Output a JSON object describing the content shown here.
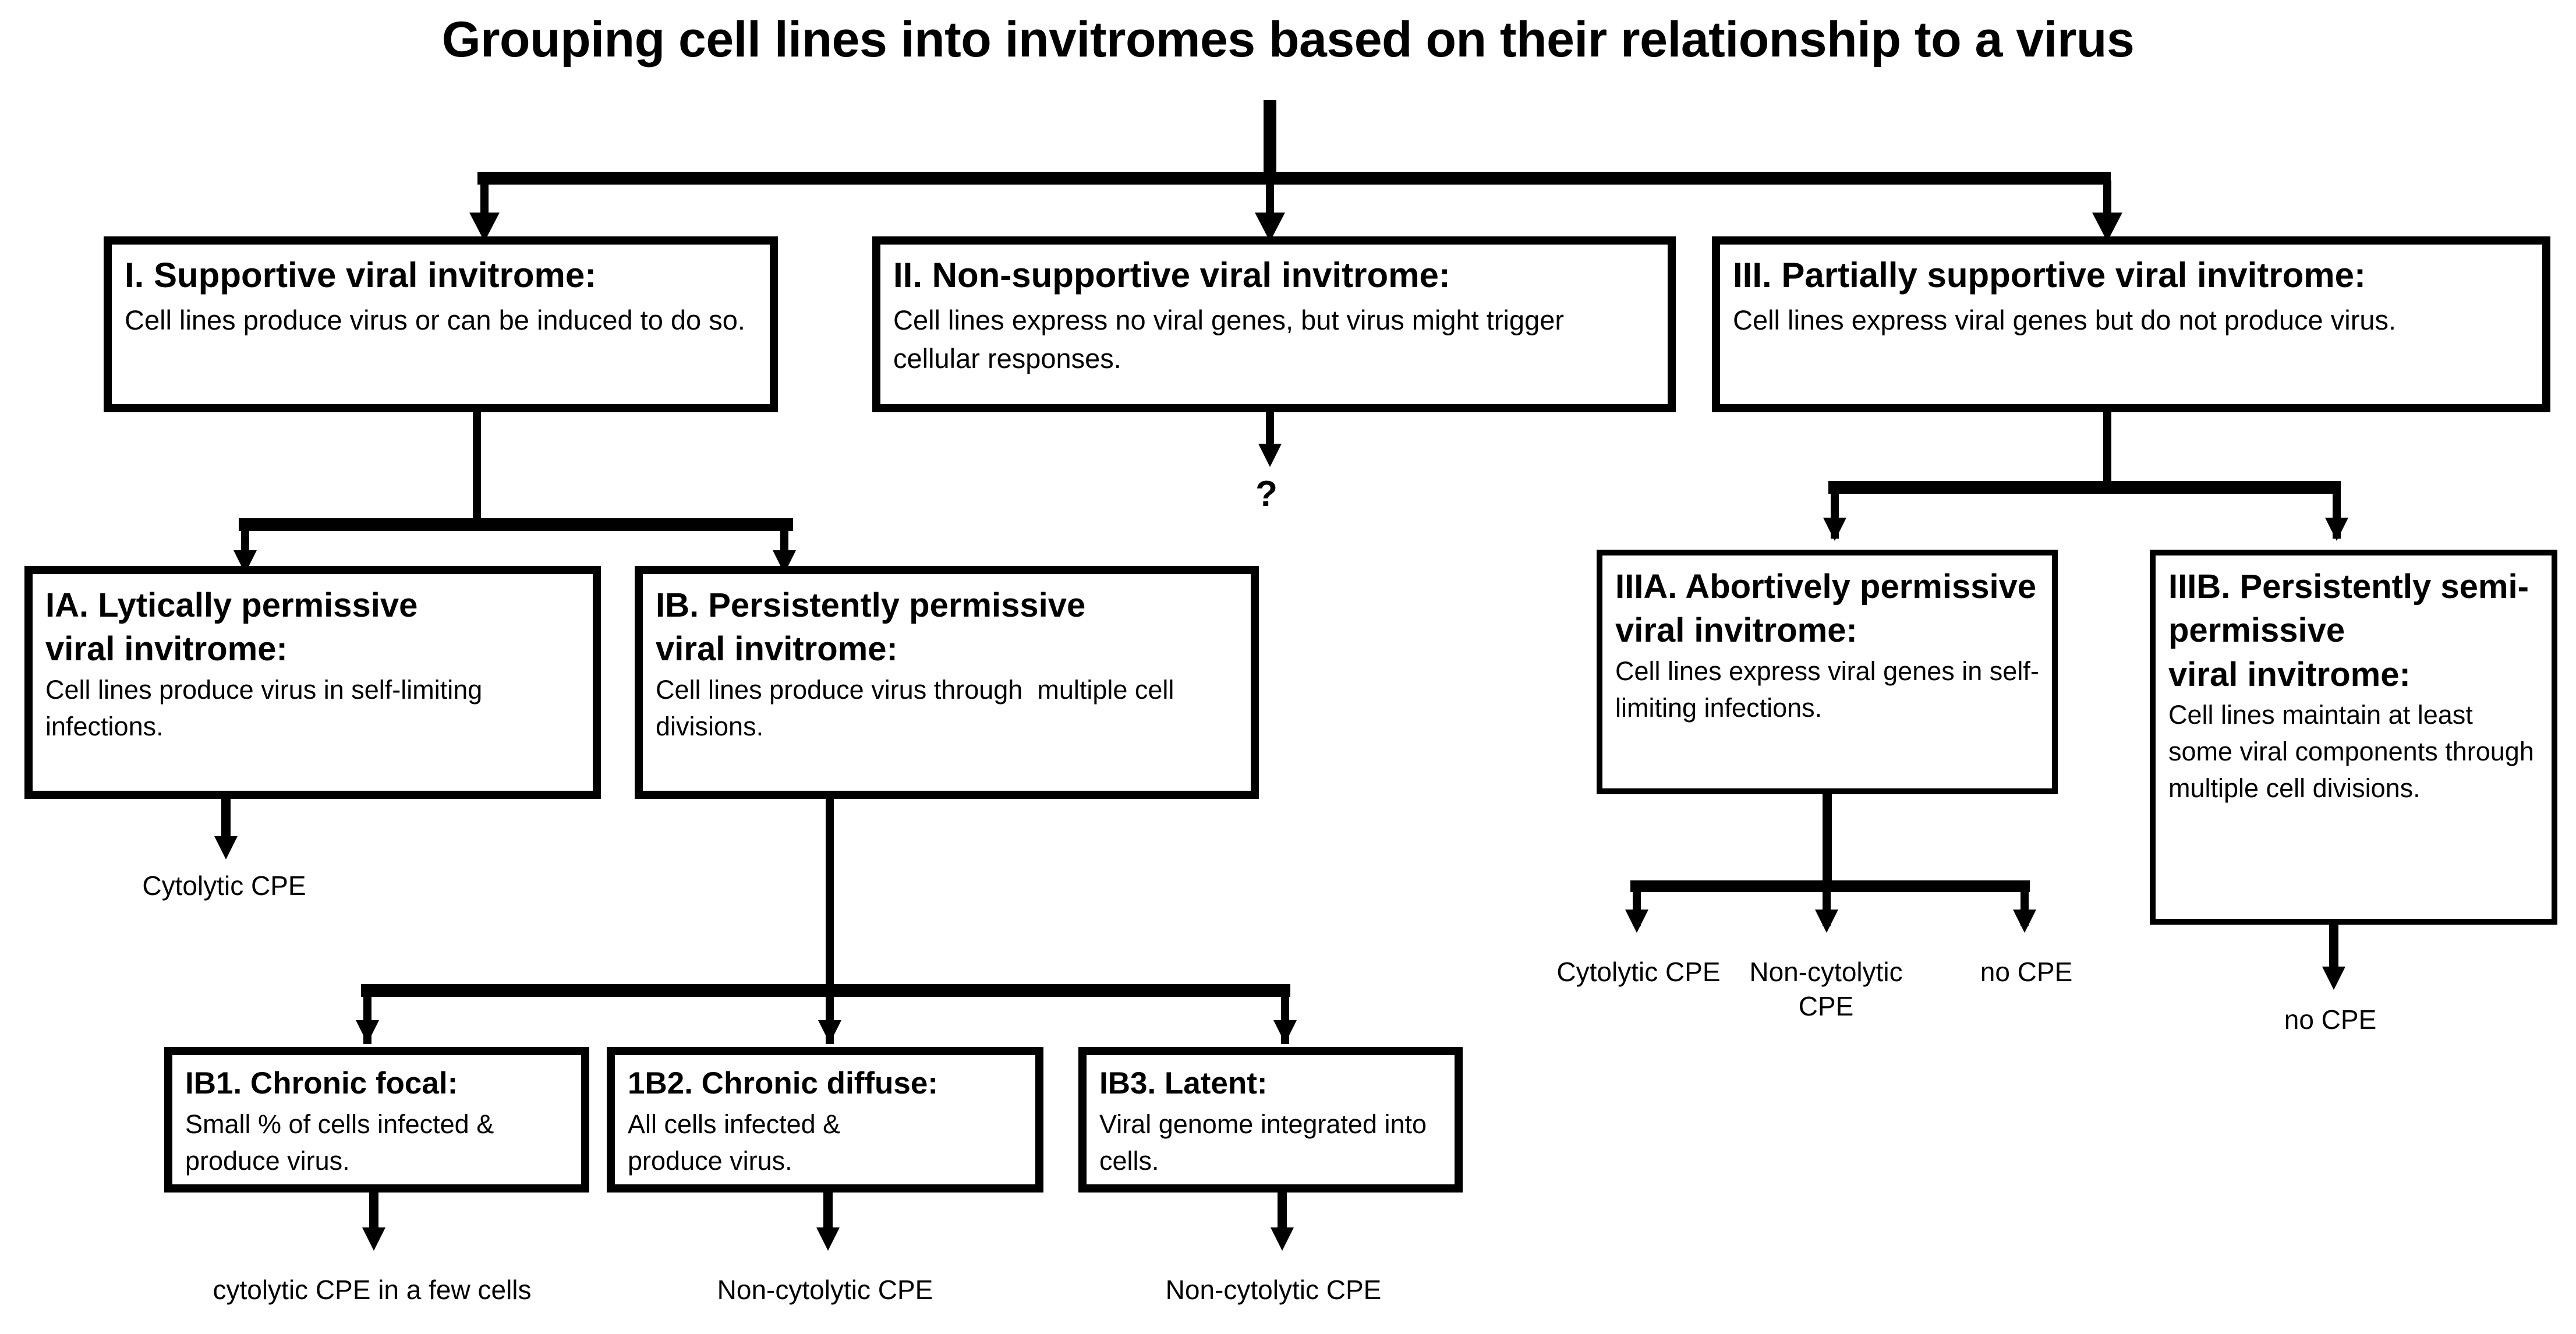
{
  "title": "Grouping cell lines into invitromes based on their relationship to a virus",
  "colors": {
    "stroke": "#000000",
    "background": "#ffffff",
    "text": "#000000"
  },
  "nodes": {
    "I": {
      "title": "I. Supportive viral invitrome:",
      "body": "Cell lines produce virus or can be induced to do so."
    },
    "II": {
      "title": "II. Non-supportive viral invitrome:",
      "body": "Cell lines express no viral genes, but virus might trigger cellular responses."
    },
    "III": {
      "title": "III. Partially supportive viral invitrome:",
      "body": "Cell lines express viral genes but do not produce virus."
    },
    "IA": {
      "title": "IA. Lytically permissive\nviral invitrome:",
      "body": "Cell lines produce virus in self-limiting infections."
    },
    "IB": {
      "title": "IB. Persistently permissive\nviral invitrome:",
      "body": "Cell lines produce virus through  multiple cell divisions."
    },
    "IIIA": {
      "title": "IIIA. Abortively permissive\nviral invitrome:",
      "body": "Cell lines express viral genes in self- limiting infections."
    },
    "IIIB": {
      "title": "IIIB. Persistently semi-permissive\nviral invitrome:",
      "body": "Cell lines maintain at least some viral components through multiple cell divisions."
    },
    "IB1": {
      "title": "IB1. Chronic focal:",
      "body": "Small % of cells infected & produce virus."
    },
    "IB2": {
      "title": "1B2. Chronic diffuse:",
      "body": "All cells infected &\n produce virus."
    },
    "IB3": {
      "title": "IB3. Latent:",
      "body": "Viral genome integrated into cells."
    }
  },
  "outcomes": {
    "unknown": "?",
    "ia_cpe": "Cytolytic CPE",
    "ib1_cpe": "cytolytic CPE in a few cells",
    "ib2_cpe": "Non-cytolytic CPE",
    "ib3_cpe": "Non-cytolytic CPE",
    "iiia_cytolytic": "Cytolytic CPE",
    "iiia_noncytolytic": "Non-cytolytic\nCPE",
    "iiia_none": "no CPE",
    "iiib_none": "no CPE"
  }
}
